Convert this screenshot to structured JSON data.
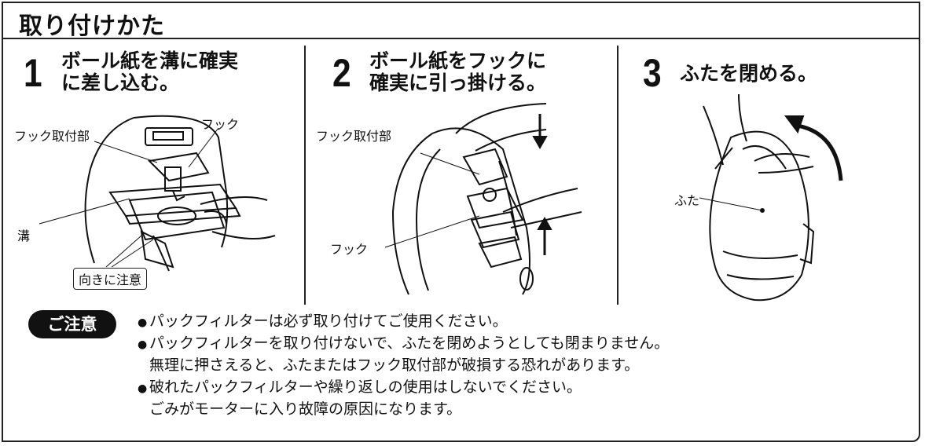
{
  "header": {
    "title": "取り付けかた"
  },
  "steps": [
    {
      "number": "1",
      "line1": "ボール紙を溝に確実",
      "line2": "に差し込む。",
      "labels": {
        "hook_mount": "フック取付部",
        "hook": "フック",
        "groove": "溝",
        "orientation": "向きに注意"
      }
    },
    {
      "number": "2",
      "line1": "ボール紙をフックに",
      "line2": "確実に引っ掛ける。",
      "labels": {
        "hook_mount": "フック取付部",
        "hook": "フック"
      }
    },
    {
      "number": "3",
      "line1": "ふたを閉める。",
      "labels": {
        "lid": "ふた"
      }
    }
  ],
  "caution": {
    "badge": "ご注意",
    "items": [
      {
        "lines": [
          "パックフィルターは必ず取り付けてご使用ください。"
        ]
      },
      {
        "lines": [
          "パックフィルターを取り付けないで、ふたを閉めようとしても閉まりません。",
          "無理に押さえると、ふたまたはフック取付部が破損する恐れがあります。"
        ]
      },
      {
        "lines": [
          "破れたパックフィルターや繰り返しの使用はしないでください。",
          "ごみがモーターに入り故障の原因になります。"
        ]
      }
    ]
  }
}
